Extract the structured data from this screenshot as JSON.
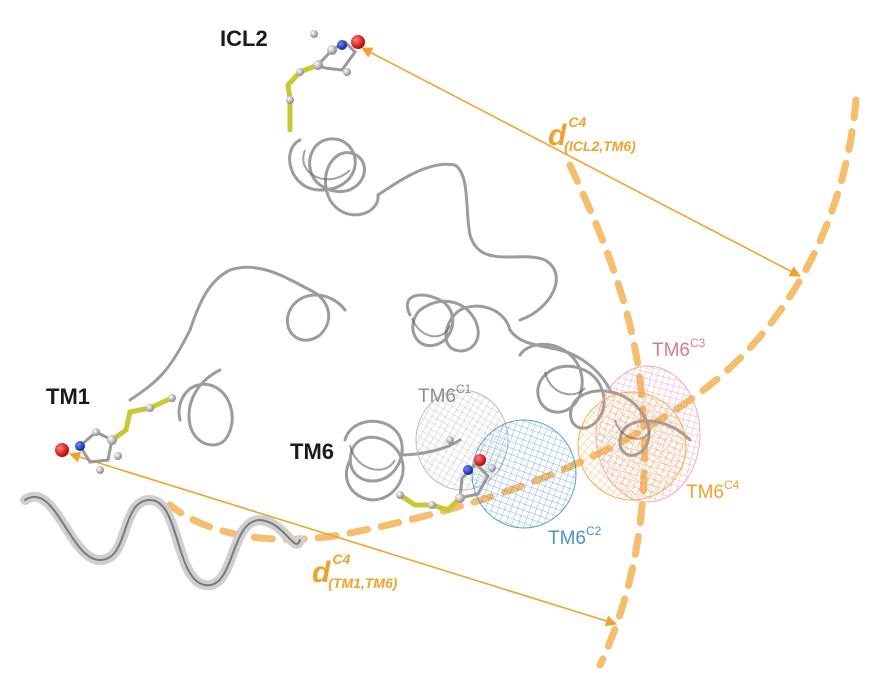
{
  "labels": {
    "icl2": "ICL2",
    "tm1": "TM1",
    "tm6": "TM6"
  },
  "conformers": {
    "c1": {
      "base": "TM6",
      "sup": "C1",
      "color": "#8c8c8c"
    },
    "c2": {
      "base": "TM6",
      "sup": "C2",
      "color": "#4a92c8"
    },
    "c3": {
      "base": "TM6",
      "sup": "C3",
      "color": "#e07a8a"
    },
    "c4": {
      "base": "TM6",
      "sup": "C4",
      "color": "#f0a22e"
    }
  },
  "distances": {
    "icl2_tm6": {
      "symbol": "d",
      "sup": "C4",
      "sub": "(ICL2,TM6)"
    },
    "tm1_tm6": {
      "symbol": "d",
      "sup": "C4",
      "sub": "(TM1,TM6)"
    }
  },
  "colors": {
    "accent": "#f0a22e",
    "ribbon": "#b5b5b5",
    "sulfur": "#c8c832",
    "oxygen": "#e01010",
    "nitrogen": "#1c3db5",
    "carbon": "#bdbdbd"
  }
}
